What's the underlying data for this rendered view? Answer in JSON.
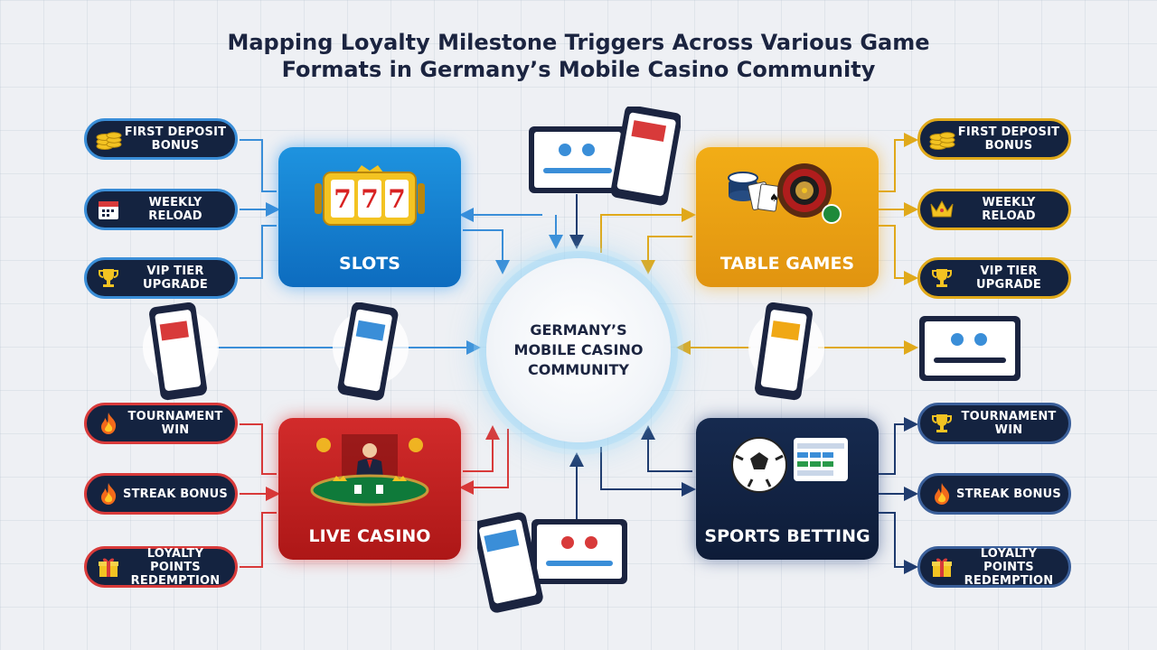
{
  "title": {
    "line1": "Mapping Loyalty Milestone Triggers Across Various Game",
    "line2": "Formats in Germany’s Mobile Casino Community"
  },
  "hub": {
    "label": "GERMANY’S MOBILE CASINO COMMUNITY"
  },
  "categories": {
    "slots": {
      "label": "SLOTS",
      "color": "#1e8ddb",
      "reel": "777"
    },
    "table_games": {
      "label": "TABLE GAMES",
      "color": "#f0a815"
    },
    "live_casino": {
      "label": "LIVE CASINO",
      "color": "#c92323"
    },
    "sports_betting": {
      "label": "SPORTS BETTING",
      "color": "#132648"
    }
  },
  "triggers_left": [
    {
      "label": "FIRST DEPOSIT BONUS",
      "icon": "coins-icon"
    },
    {
      "label": "WEEKLY RELOAD",
      "icon": "calendar-icon"
    },
    {
      "label": "VIP TIER UPGRADE",
      "icon": "trophy-icon"
    },
    {
      "label": "TOURNAMENT WIN",
      "icon": "flame-icon"
    },
    {
      "label": "STREAK BONUS",
      "icon": "flame-icon"
    },
    {
      "label": "LOYALTY POINTS REDEMPTION",
      "icon": "gift-icon"
    }
  ],
  "triggers_right": [
    {
      "label": "FIRST DEPOSIT BONUS",
      "icon": "coins-icon"
    },
    {
      "label": "WEEKLY RELOAD",
      "icon": "crown-icon"
    },
    {
      "label": "VIP TIER UPGRADE",
      "icon": "trophy-icon"
    },
    {
      "label": "TOURNAMENT WIN",
      "icon": "trophy-icon"
    },
    {
      "label": "STREAK BONUS",
      "icon": "flame-icon"
    },
    {
      "label": "LOYALTY POINTS REDEMPTION",
      "icon": "gift-icon"
    }
  ],
  "colors": {
    "blue": "#3a8ed8",
    "red": "#d83a3a",
    "gold": "#e0a91a",
    "navy": "#1f3b6e",
    "pill_bg": "#142340"
  }
}
